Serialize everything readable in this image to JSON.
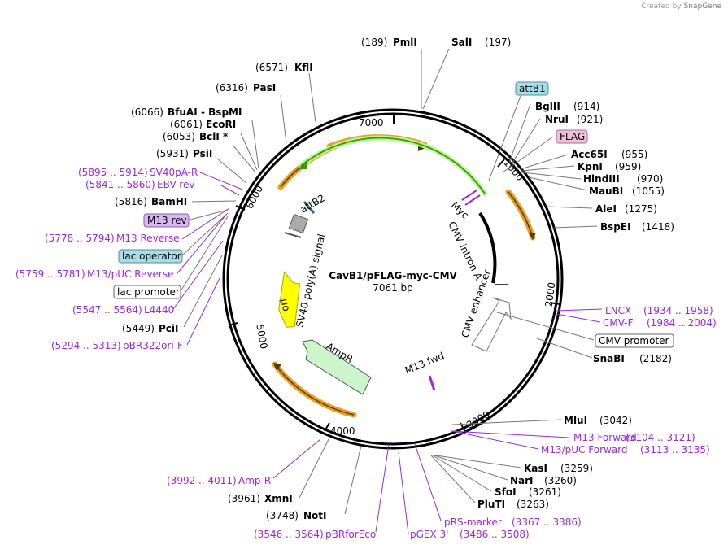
{
  "watermark": {
    "prefix": "Created by",
    "brand": "SnapGene"
  },
  "plasmid": {
    "name": "CavB1/pFLAG-myc-CMV",
    "length": "7061 bp"
  },
  "ticks": [
    "1000",
    "2000",
    "3000",
    "4000",
    "5000",
    "6000",
    "7000"
  ],
  "enzymes": {
    "pmli": {
      "name": "PmlI",
      "pos": "(189)"
    },
    "sali": {
      "name": "SalI",
      "pos": "(197)"
    },
    "kfli": {
      "name": "KflI",
      "pos": "(6571)"
    },
    "pasi": {
      "name": "PasI",
      "pos": "(6316)"
    },
    "bfuai": {
      "name": "BfuAI",
      "pos": "(6066)",
      "extra": " - BspMI"
    },
    "ecori": {
      "name": "EcoRI",
      "pos": "(6061)"
    },
    "bcli": {
      "name": "BclI *",
      "pos": "(6053)"
    },
    "psii": {
      "name": "PsiI",
      "pos": "(5931)"
    },
    "bamhi": {
      "name": "BamHI",
      "pos": "(5816)"
    },
    "pcii": {
      "name": "PciI",
      "pos": "(5449)"
    },
    "bglii": {
      "name": "BglII",
      "pos": "(914)"
    },
    "nrui": {
      "name": "NruI",
      "pos": "(921)"
    },
    "acc65i": {
      "name": "Acc65I",
      "pos": "(955)"
    },
    "kpni": {
      "name": "KpnI",
      "pos": "(959)"
    },
    "hindiii": {
      "name": "HindIII",
      "pos": "(970)"
    },
    "maubi": {
      "name": "MauBI",
      "pos": "(1055)"
    },
    "alei": {
      "name": "AleI",
      "pos": "(1275)"
    },
    "bspei": {
      "name": "BspEI",
      "pos": "(1418)"
    },
    "snabi": {
      "name": "SnaBI",
      "pos": "(2182)"
    },
    "mlui": {
      "name": "MluI",
      "pos": "(3042)"
    },
    "kasi": {
      "name": "KasI",
      "pos": "(3259)"
    },
    "nari": {
      "name": "NarI",
      "pos": "(3260)"
    },
    "sfoi": {
      "name": "SfoI",
      "pos": "(3261)"
    },
    "pluti": {
      "name": "PluTI",
      "pos": "(3263)"
    },
    "noti": {
      "name": "NotI",
      "pos": "(3748)"
    },
    "xmni": {
      "name": "XmnI",
      "pos": "(3961)"
    }
  },
  "primers": {
    "sv40pa_r": {
      "range": "(5895 .. 5914)",
      "name": "SV40pA-R"
    },
    "ebv_rev": {
      "range": "(5841 .. 5860)",
      "name": "EBV-rev"
    },
    "m13_reverse": {
      "range": "(5778 .. 5794)",
      "name": "M13 Reverse"
    },
    "m13puc_rev": {
      "range": "(5759 .. 5781)",
      "name": "M13/pUC Reverse"
    },
    "l4440": {
      "range": "(5547 .. 5564)",
      "name": "L4440"
    },
    "pbr322ori_f": {
      "range": "(5294 .. 5313)",
      "name": "pBR322ori-F"
    },
    "lncx": {
      "name": "LNCX",
      "range": "(1934 .. 1958)"
    },
    "cmv_f": {
      "name": "CMV-F",
      "range": "(1984 .. 2004)"
    },
    "m13_forward": {
      "name": "M13 Forward",
      "range": "(3104 .. 3121)"
    },
    "m13puc_fwd": {
      "name": "M13/pUC Forward",
      "range": "(3113 .. 3135)"
    },
    "prs_marker": {
      "name": "pRS-marker",
      "range": "(3367 .. 3386)"
    },
    "pgex3": {
      "name": "pGEX 3'",
      "range": "(3486 .. 3508)"
    },
    "pbrforeco": {
      "range": "(3546 .. 3564)",
      "name": "pBRforEco"
    },
    "amp_r": {
      "range": "(3992 .. 4011)",
      "name": "Amp-R"
    }
  },
  "boxed_labels": {
    "attb1": "attB1",
    "flag": "FLAG",
    "m13_rev": "M13 rev",
    "lac_operator": "lac operator",
    "lac_promoter": "lac promoter",
    "cmv_promoter": "CMV promoter"
  },
  "inner_labels": {
    "attb2": "attB2",
    "sv40_signal": "SV40 poly(A) signal",
    "ori": "ori",
    "ampr": "AmpR",
    "m13_fwd": "M13 fwd",
    "myc": "Myc",
    "cmv_intron": "CMV intron A",
    "cmv_enhancer": "CMV enhancer"
  },
  "colors": {
    "enzyme_text": "#000000",
    "primer_text": "#9a2ad8",
    "ori": "#ffff00",
    "ampr": "#ccf5cc",
    "orf_outline": "#e8a020",
    "green_arc": "#3c9a00",
    "attb_box": "#a8dce6",
    "flag_box": "#f0c0dc",
    "m13rev_box": "#d8b8f0"
  }
}
